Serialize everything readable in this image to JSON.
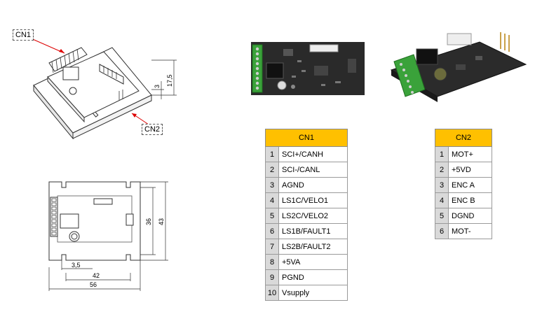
{
  "drawing_iso": {
    "cn1_label": "CN1",
    "cn2_label": "CN2",
    "dim_height": "17,5",
    "dim_small": "3"
  },
  "drawing_top": {
    "dim_35": "3,5",
    "dim_42": "42",
    "dim_56": "56",
    "dim_36": "36",
    "dim_43": "43"
  },
  "cn1": {
    "title": "CN1",
    "rows": [
      {
        "pin": "1",
        "signal": "SCI+/CANH"
      },
      {
        "pin": "2",
        "signal": "SCI-/CANL"
      },
      {
        "pin": "3",
        "signal": "AGND"
      },
      {
        "pin": "4",
        "signal": "LS1C/VELO1"
      },
      {
        "pin": "5",
        "signal": "LS2C/VELO2"
      },
      {
        "pin": "6",
        "signal": "LS1B/FAULT1"
      },
      {
        "pin": "7",
        "signal": "LS2B/FAULT2"
      },
      {
        "pin": "8",
        "signal": "+5VA"
      },
      {
        "pin": "9",
        "signal": "PGND"
      },
      {
        "pin": "10",
        "signal": "Vsupply"
      }
    ]
  },
  "cn2": {
    "title": "CN2",
    "rows": [
      {
        "pin": "1",
        "signal": "MOT+"
      },
      {
        "pin": "2",
        "signal": "+5VD"
      },
      {
        "pin": "3",
        "signal": "ENC  A"
      },
      {
        "pin": "4",
        "signal": "ENC  B"
      },
      {
        "pin": "5",
        "signal": "DGND"
      },
      {
        "pin": "6",
        "signal": "MOT-"
      }
    ]
  }
}
